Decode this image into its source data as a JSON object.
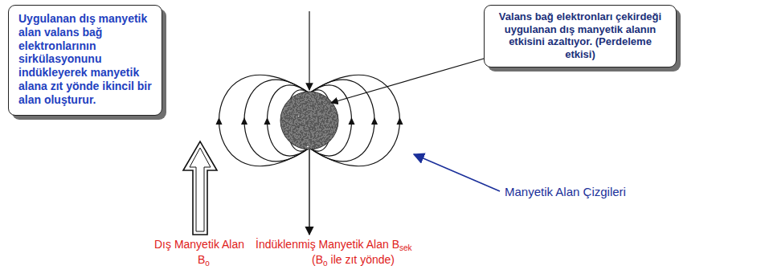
{
  "diagram": {
    "nodes": [
      {
        "text": [
          "Uygulanan dış manyetik alan valans bağ elektronlarının sirkülasyonunu indükleyerek manyetik alana zıt yönde ikincil bir alan oluşturur."
        ]
      },
      {
        "text": [
          "Valans bağ elektronları çekirdeği uygulanan dış manyetik alanın etkisini azaltıyor. (Perdeleme etkisi)"
        ]
      }
    ],
    "labels": [
      "Manyetik Alan Çizgileri",
      "Dış Manyetik Alan",
      "B",
      "o",
      "İndüklenmiş Manyetik Alan B",
      "sek",
      "(B",
      "o",
      "ile zıt yönde)"
    ]
  }
}
